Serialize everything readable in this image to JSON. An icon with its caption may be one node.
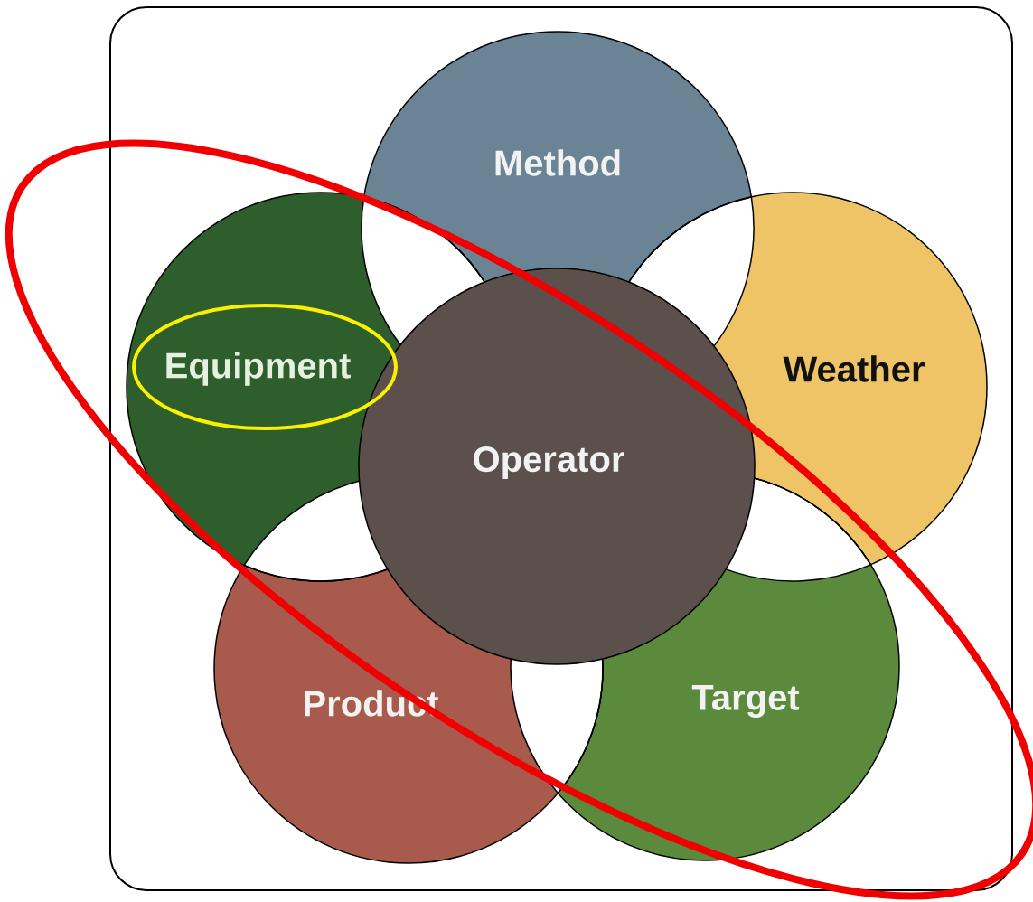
{
  "diagram": {
    "nodes": [
      {
        "text": [
          "Method"
        ]
      },
      {
        "text": [
          "Equipment"
        ]
      },
      {
        "text": [
          "Weather"
        ]
      },
      {
        "text": [
          "Operator"
        ]
      },
      {
        "text": [
          "Product"
        ]
      },
      {
        "text": [
          "Target"
        ]
      }
    ]
  }
}
